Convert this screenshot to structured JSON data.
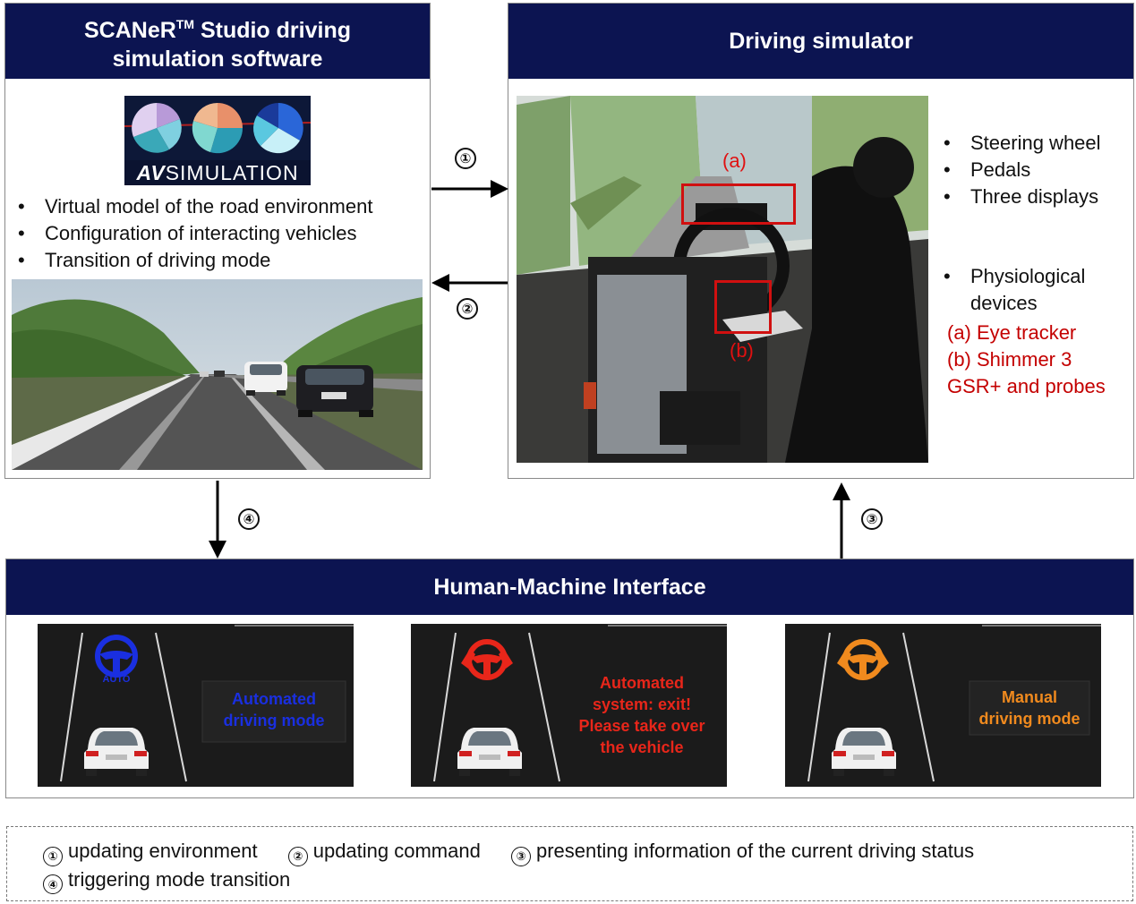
{
  "left_panel": {
    "title_part1": "SCANeR",
    "title_sup": "TM",
    "title_part2": " Studio driving",
    "title_line2": "simulation software",
    "logo_text_bold": "AV",
    "logo_text_rest": "SIMULATION",
    "bullets": [
      "Virtual model of the road environment",
      "Configuration of interacting vehicles",
      "Transition of driving mode"
    ]
  },
  "right_panel": {
    "title": "Driving simulator",
    "label_a": "(a)",
    "label_b": "(b)",
    "bullets": [
      "Steering wheel",
      "Pedals",
      "Three displays"
    ],
    "physio_line1": "Physiological",
    "physio_line2": "devices",
    "device_lines": [
      "(a) Eye tracker",
      "(b) Shimmer 3",
      "GSR+ and probes"
    ]
  },
  "arrows": {
    "a1": "①",
    "a2": "②",
    "a3": "③",
    "a4": "④"
  },
  "hmi": {
    "title": "Human-Machine Interface",
    "screens": [
      {
        "icon_label": "AUTO",
        "lines": [
          "Automated",
          "driving mode"
        ],
        "color": "#1a2fe0"
      },
      {
        "icon_label": "",
        "lines": [
          "Automated",
          "system: exit!",
          "Please take over",
          "the vehicle"
        ],
        "color": "#e8261a"
      },
      {
        "icon_label": "",
        "lines": [
          "Manual",
          "driving mode"
        ],
        "color": "#f08a1e"
      }
    ]
  },
  "legend": {
    "items": [
      {
        "num": "①",
        "text": "updating environment"
      },
      {
        "num": "②",
        "text": "updating command"
      },
      {
        "num": "③",
        "text": "presenting information of the current driving status"
      },
      {
        "num": "④",
        "text": "triggering mode transition"
      }
    ]
  },
  "colors": {
    "header_bg": "#0c1451",
    "device_red": "#c40000",
    "blue_mode": "#1a2fe0",
    "red_mode": "#e8261a",
    "orange_mode": "#f08a1e"
  }
}
